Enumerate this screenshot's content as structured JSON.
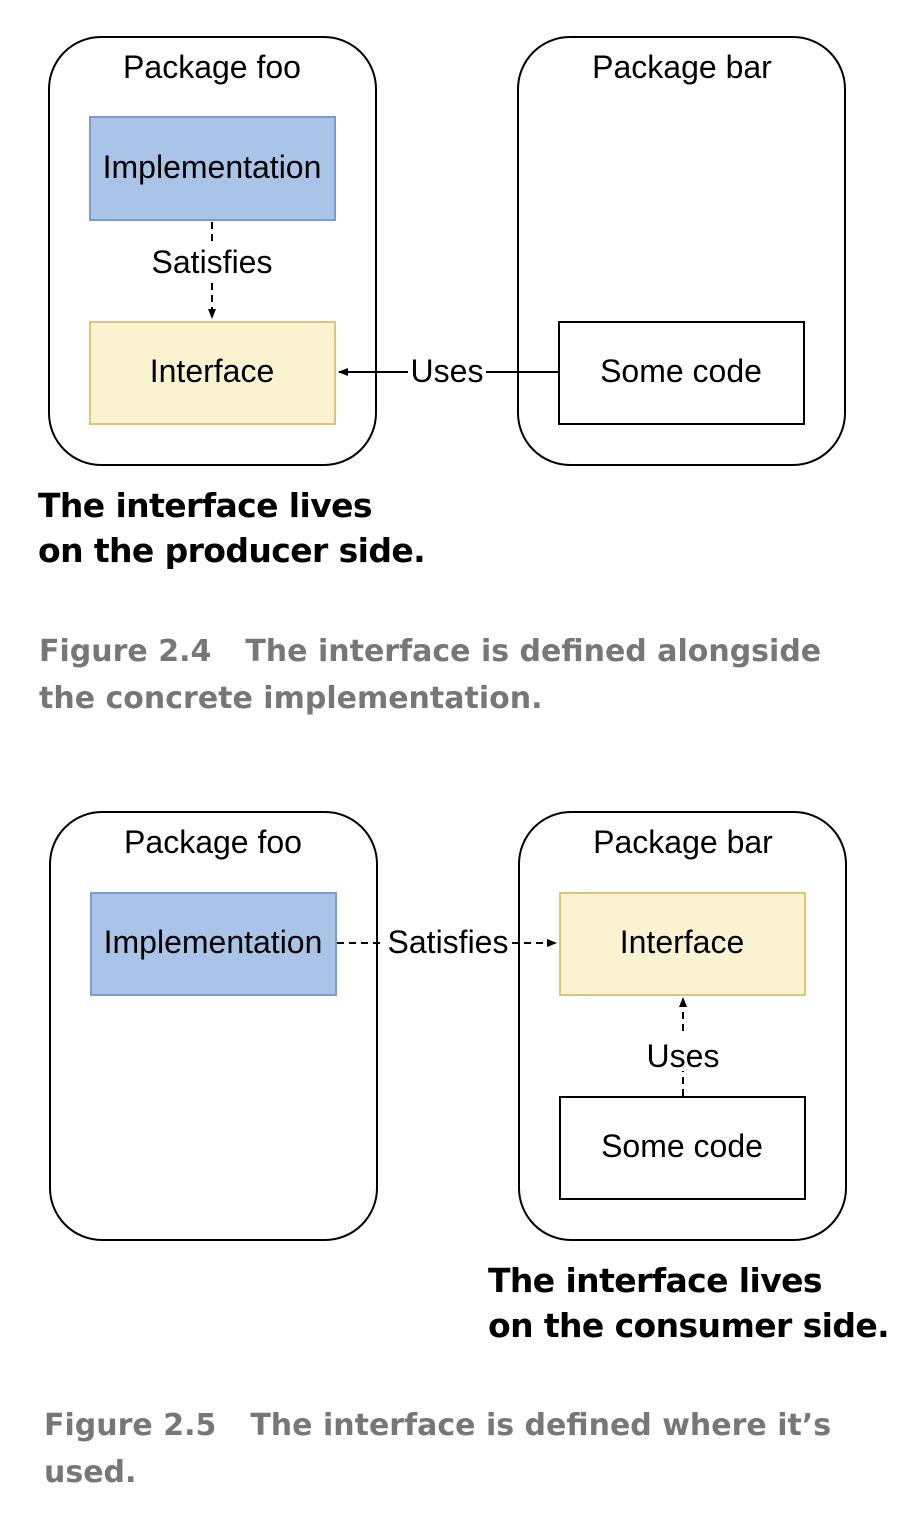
{
  "figure_2_4": {
    "package_left_title": "Package foo",
    "package_right_title": "Package bar",
    "implementation_label": "Implementation",
    "interface_label": "Interface",
    "some_code_label": "Some code",
    "satisfies_label": "Satisfies",
    "uses_label": "Uses",
    "note_line1": "The interface lives",
    "note_line2": "on the producer side.",
    "caption_label": "Figure 2.4",
    "caption_line1": "The interface is defined alongside",
    "caption_line2": "the concrete implementation."
  },
  "figure_2_5": {
    "package_left_title": "Package foo",
    "package_right_title": "Package bar",
    "implementation_label": "Implementation",
    "interface_label": "Interface",
    "some_code_label": "Some code",
    "satisfies_label": "Satisfies",
    "uses_label": "Uses",
    "note_line1": "The interface lives",
    "note_line2": "on the consumer side.",
    "caption_label": "Figure 2.5",
    "caption_line1": "The interface is defined where it’s",
    "caption_line2": "used."
  },
  "colors": {
    "implementation_fill": "#a9c4e7",
    "implementation_stroke": "#7a9ad0",
    "interface_fill": "#fbf2d1",
    "interface_stroke": "#dcc478",
    "caption_text": "#777777"
  }
}
